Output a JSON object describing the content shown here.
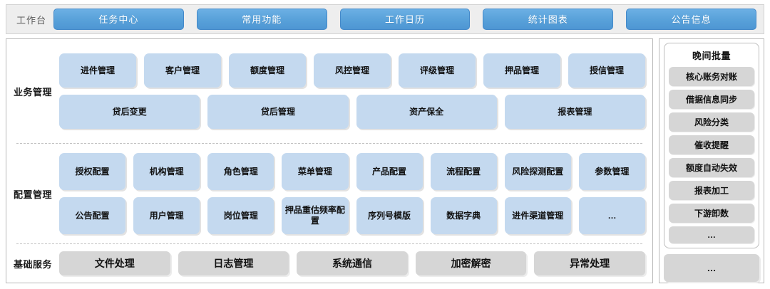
{
  "topbar": {
    "title": "工作台",
    "tabs": [
      {
        "label": "任务中心"
      },
      {
        "label": "常用功能"
      },
      {
        "label": "工作日历"
      },
      {
        "label": "统计图表"
      },
      {
        "label": "公告信息"
      }
    ]
  },
  "sections": [
    {
      "label": "业务管理",
      "rows": [
        [
          {
            "label": "进件管理"
          },
          {
            "label": "客户管理"
          },
          {
            "label": "额度管理"
          },
          {
            "label": "风控管理"
          },
          {
            "label": "评级管理"
          },
          {
            "label": "押品管理"
          },
          {
            "label": "授信管理"
          }
        ],
        [
          {
            "label": "贷后变更"
          },
          {
            "label": "贷后管理"
          },
          {
            "label": "资产保全"
          },
          {
            "label": "报表管理"
          }
        ]
      ]
    },
    {
      "label": "配置管理",
      "rows": [
        [
          {
            "label": "授权配置"
          },
          {
            "label": "机构管理"
          },
          {
            "label": "角色管理"
          },
          {
            "label": "菜单管理"
          },
          {
            "label": "产品配置"
          },
          {
            "label": "流程配置"
          },
          {
            "label": "风险探测配置"
          },
          {
            "label": "参数管理"
          }
        ],
        [
          {
            "label": "公告配置"
          },
          {
            "label": "用户管理"
          },
          {
            "label": "岗位管理"
          },
          {
            "label": "押品重估频率配置"
          },
          {
            "label": "序列号模版"
          },
          {
            "label": "数据字典"
          },
          {
            "label": "进件渠道管理"
          },
          {
            "label": "…"
          }
        ]
      ]
    },
    {
      "label": "基础服务",
      "rows": [
        [
          {
            "label": "文件处理"
          },
          {
            "label": "日志管理"
          },
          {
            "label": "系统通信"
          },
          {
            "label": "加密解密"
          },
          {
            "label": "异常处理"
          }
        ]
      ]
    }
  ],
  "right_panel": {
    "batch_title": "晚间批量",
    "batch_items": [
      {
        "label": "核心账务对账"
      },
      {
        "label": "借据信息同步"
      },
      {
        "label": "风险分类"
      },
      {
        "label": "催收提醒"
      },
      {
        "label": "额度自动失效"
      },
      {
        "label": "报表加工"
      },
      {
        "label": "下游卸数"
      },
      {
        "label": "…"
      }
    ],
    "more_label": "…"
  },
  "colors": {
    "accent_blue": "#4e96d3",
    "tile_blue": "#c4d9ef",
    "tile_grey": "#d6d6d6",
    "topbar_bg": "#eeeeee",
    "frame_border": "#b9b9b9"
  }
}
